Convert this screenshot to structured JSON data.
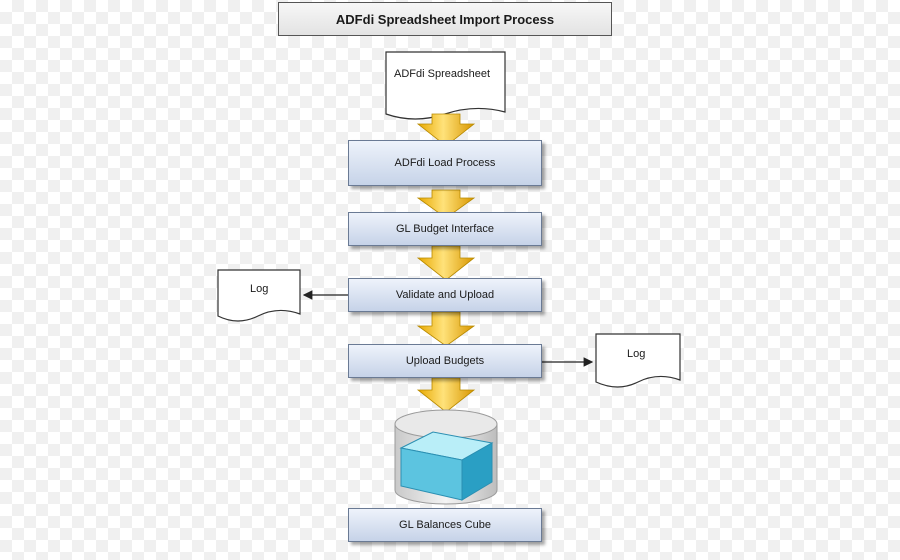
{
  "diagram": {
    "title": "ADFdi Spreadsheet Import Process",
    "source_document": "ADFdi Spreadsheet",
    "steps": [
      "ADFdi Load Process",
      "GL Budget Interface",
      "Validate and Upload",
      "Upload Budgets"
    ],
    "log_left": "Log",
    "log_right": "Log",
    "target": "GL Balances Cube"
  }
}
